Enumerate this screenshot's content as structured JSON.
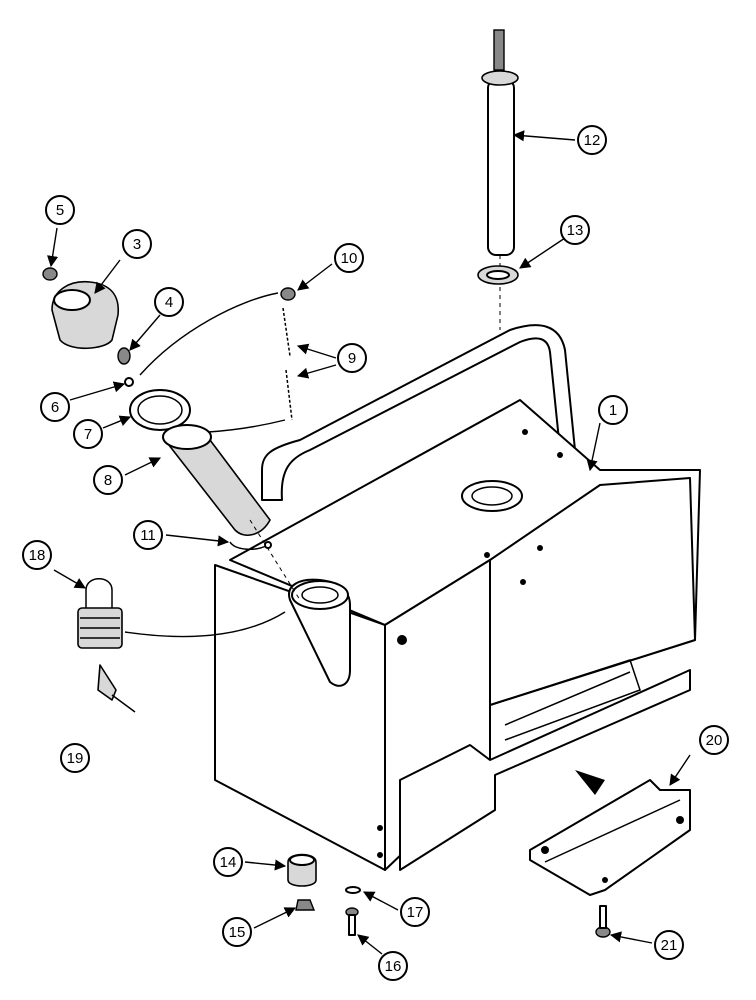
{
  "callouts": {
    "c1": "1",
    "c3": "3",
    "c4": "4",
    "c5": "5",
    "c6": "6",
    "c7": "7",
    "c8": "8",
    "c9": "9",
    "c10": "10",
    "c11": "11",
    "c12": "12",
    "c13": "13",
    "c14": "14",
    "c15": "15",
    "c16": "16",
    "c17": "17",
    "c18": "18",
    "c19": "19",
    "c20": "20",
    "c21": "21"
  }
}
